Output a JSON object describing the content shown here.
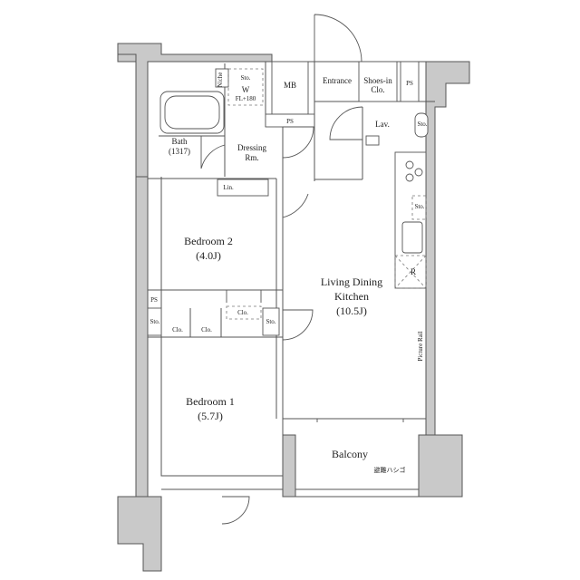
{
  "rooms": {
    "living_line1": "Living Dining",
    "living_line2": "Kitchen",
    "living_size": "(10.5J)",
    "bedroom1": "Bedroom 1",
    "bedroom1_size": "(5.7J)",
    "bedroom2": "Bedroom 2",
    "bedroom2_size": "(4.0J)",
    "balcony": "Balcony",
    "bath": "Bath",
    "bath_size": "(1317)",
    "dressing_line1": "Dressing",
    "dressing_line2": "Rm.",
    "entrance": "Entrance",
    "shoes_line1": "Shoes-in",
    "shoes_line2": "Clo.",
    "lav": "Lav.",
    "mb": "MB"
  },
  "labels": {
    "ps": "PS",
    "w": "W",
    "fl": "FL+180",
    "niche": "Niche",
    "sto": "Sto.",
    "clo": "Clo.",
    "lin": "Lin.",
    "r": "R",
    "picture_rail": "Picture Rail",
    "escape_ladder": "避難ハシゴ"
  }
}
